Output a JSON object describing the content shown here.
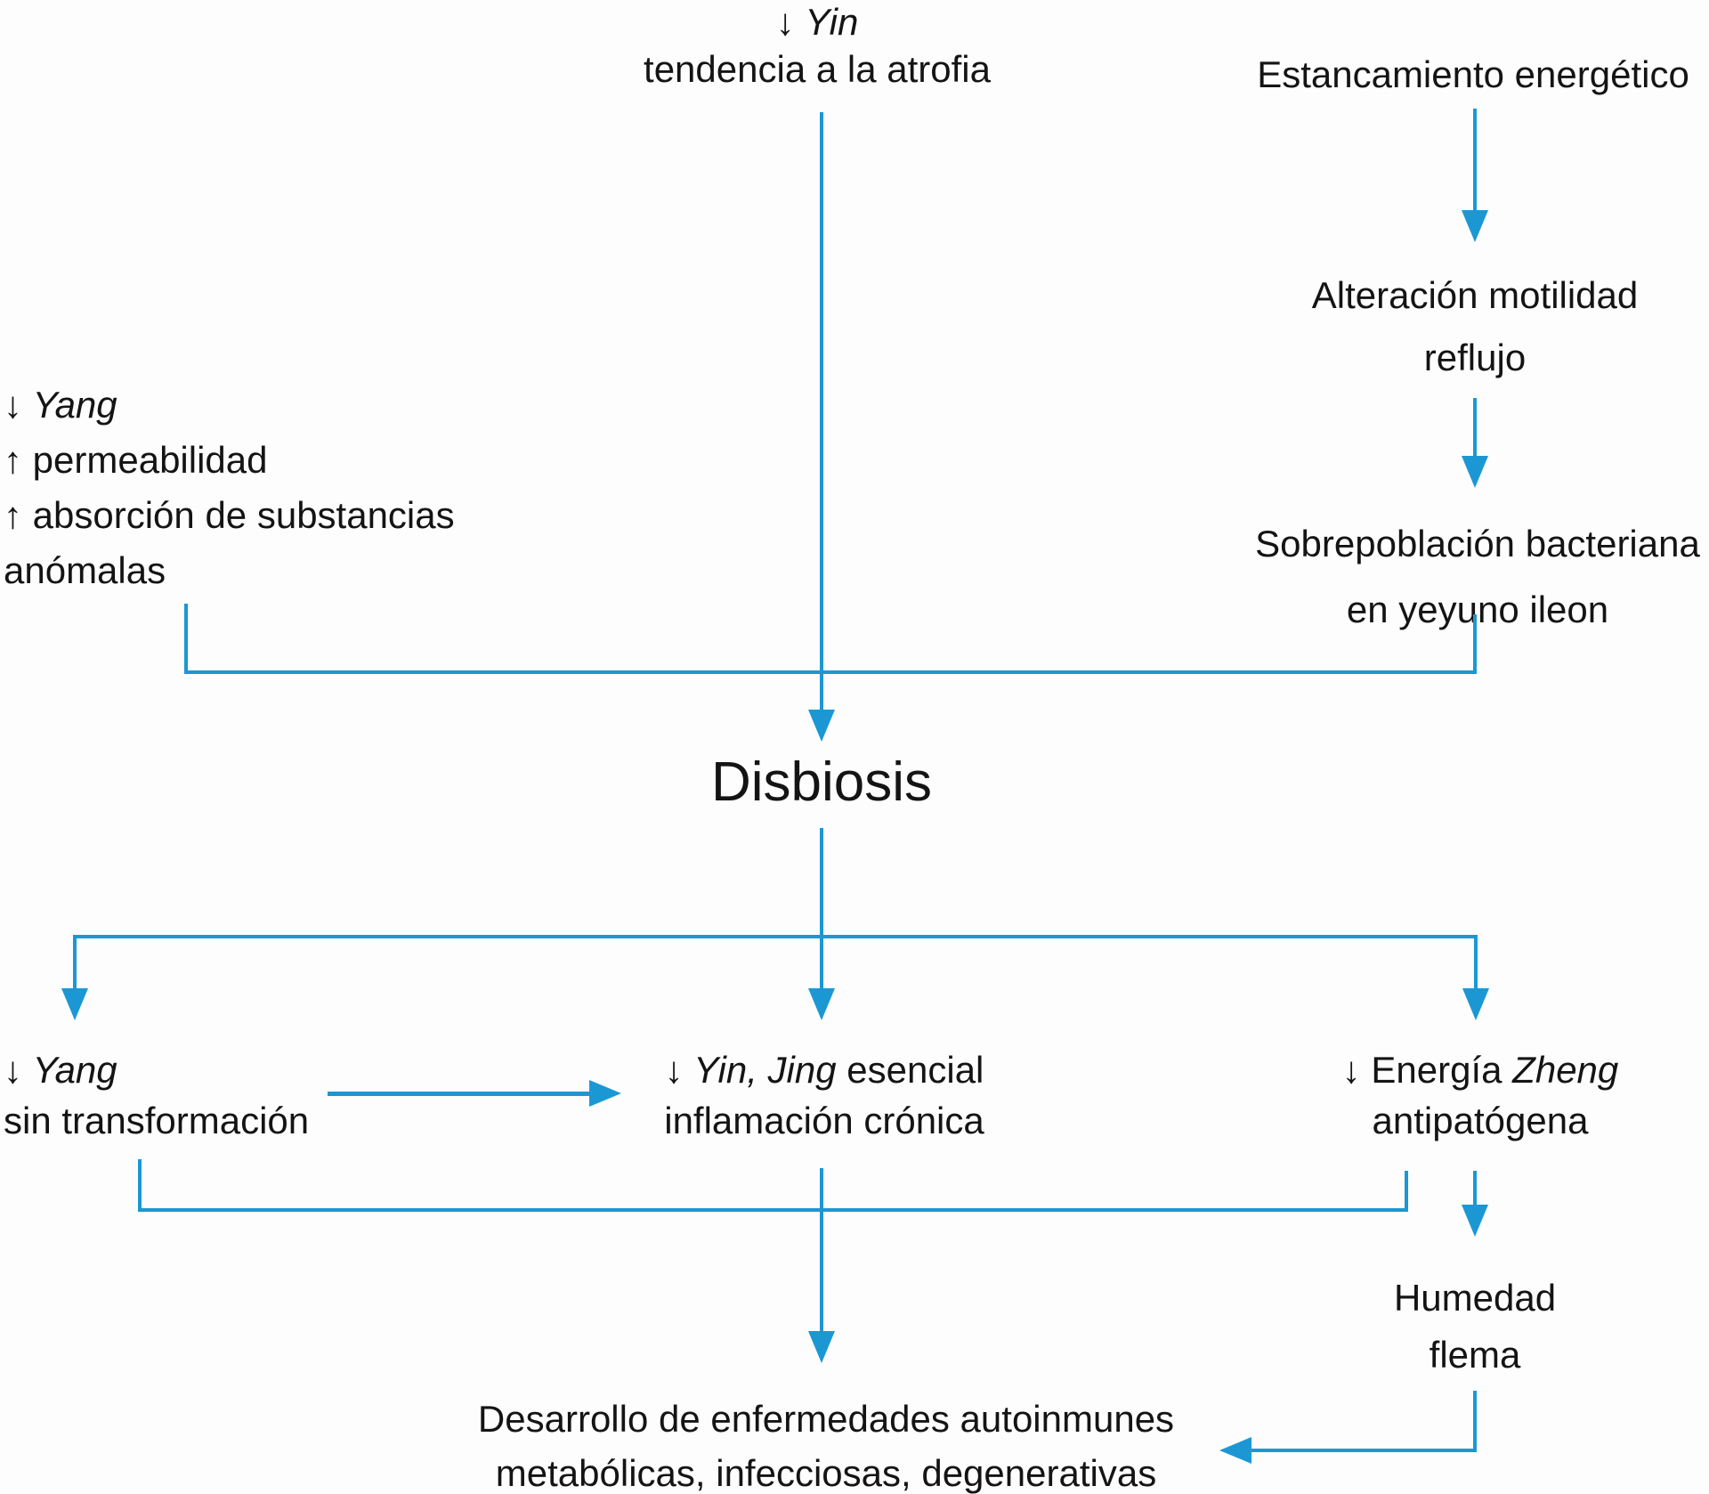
{
  "diagram": {
    "accent_color": "#1b98d4",
    "text_color": "#141414",
    "background_color": "#fdfdfd",
    "nodes": {
      "yin_top": {
        "arrow": "↓ ",
        "term": "Yin",
        "line2": "tendencia a la atrofia"
      },
      "estancamiento": {
        "line1": "Estancamiento energético"
      },
      "alteracion": {
        "line1": "Alteración motilidad",
        "line2": "reflujo"
      },
      "sobrepoblacion": {
        "line1": "Sobrepoblación bacteriana",
        "line2": "en yeyuno ileon"
      },
      "yang_left": {
        "arrow": "↓ ",
        "term": "Yang",
        "line2": "↑ permeabilidad",
        "line3": "↑ absorción de substancias",
        "line4": "anómalas"
      },
      "disbiosis": {
        "label": "Disbiosis"
      },
      "yang_sin": {
        "arrow": "↓ ",
        "term": "Yang",
        "line2": "sin transformación"
      },
      "yin_jing": {
        "arrow": "↓ ",
        "term": "Yin, Jing",
        "suffix": " esencial",
        "line2": "inflamación crónica"
      },
      "energia_zheng": {
        "arrow": "↓ ",
        "prefix": "Energía ",
        "term": "Zheng",
        "line2": "antipatógena"
      },
      "humedad": {
        "line1": "Humedad",
        "line2": "flema"
      },
      "desarrollo": {
        "line1": "Desarrollo de enfermedades autoinmunes",
        "line2": "metabólicas, infecciosas, degenerativas"
      }
    }
  }
}
